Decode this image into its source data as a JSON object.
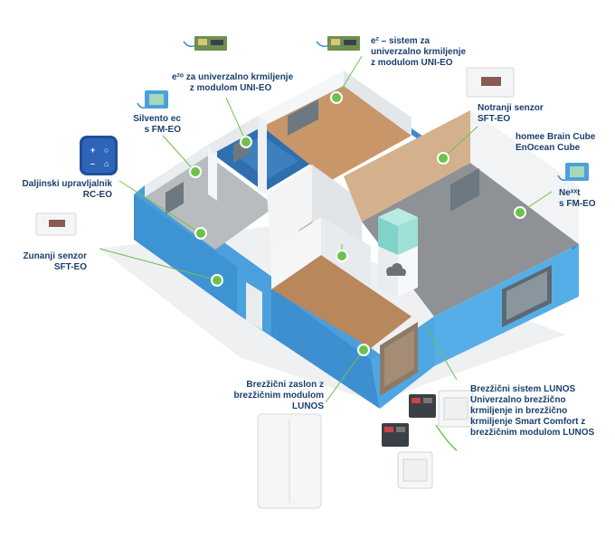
{
  "colors": {
    "label_text": "#1a3f6e",
    "wall_blue": "#4a9fdc",
    "wall_blue_dark": "#2f7fc0",
    "wall_white": "#f4f6f7",
    "floor_wood": "#c9966a",
    "floor_grey": "#8e9296",
    "marker_green": "#6cc24a",
    "tile_blue": "#2f6fae",
    "cube_teal": "#7fd3c8"
  },
  "labels": {
    "e2_uni": {
      "lines": [
        "e² – sistem za",
        "univerzalno krmiljenje",
        "z modulom UNI-EO"
      ]
    },
    "e2_module": {
      "lines": [
        "e²ᵒ za univerzalno krmiljenje",
        "z modulom UNI-EO"
      ]
    },
    "silvento": {
      "lines": [
        "Silvento ec",
        "s FM-EO"
      ]
    },
    "remote": {
      "lines": [
        "Daljinski upravljalnik",
        "RC-EO"
      ]
    },
    "outdoor": {
      "lines": [
        "Zunanji senzor",
        "SFT-EO"
      ]
    },
    "indoor": {
      "lines": [
        "Notranji senzor",
        "SFT-EO"
      ]
    },
    "homee": {
      "lines": [
        "homee Brain Cube",
        "EnOcean Cube"
      ]
    },
    "nexxt": {
      "lines": [
        "Neˣˣt",
        "s FM-EO"
      ]
    },
    "display": {
      "lines": [
        "Brezžični zaslon z",
        "brezžičnim modulom",
        "LUNOS"
      ]
    },
    "lunos_system": {
      "lines": [
        "Brezžični sistem LUNOS",
        "Univerzalno brezžično",
        "krmiljenje in brezžično",
        "krmiljenje Smart Comfort z",
        "brezžičnim modulom LUNOS"
      ]
    }
  },
  "icons": [
    "green-marker-icon",
    "cloud-icon",
    "circuit-board-icon",
    "sensor-box-icon",
    "remote-control-icon"
  ]
}
